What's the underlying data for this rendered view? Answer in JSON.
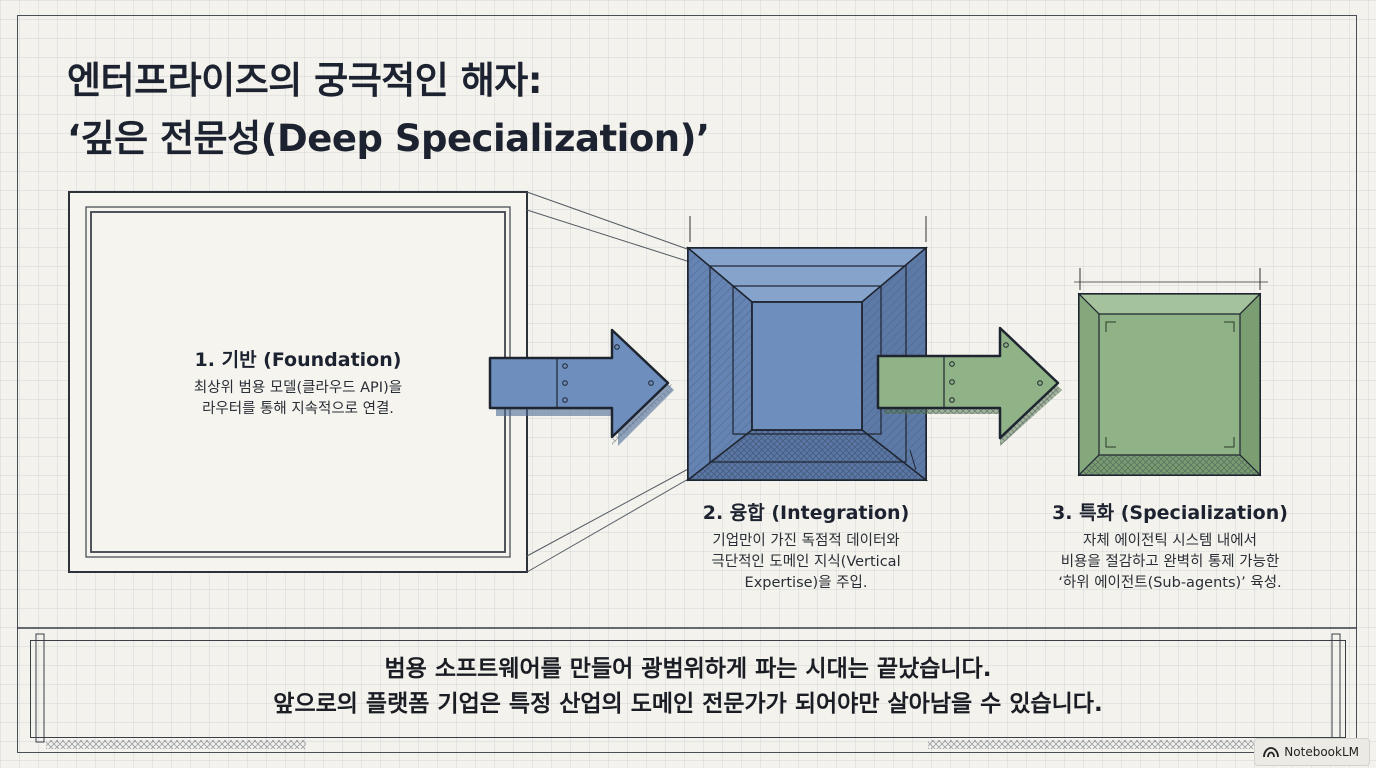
{
  "title": {
    "line1": "엔터프라이즈의 궁극적인 해자:",
    "line2": "‘깊은 전문성(Deep Specialization)’"
  },
  "steps": [
    {
      "title": "1. 기반 (Foundation)",
      "desc": [
        "최상위 범용 모델(클라우드 API)을",
        "라우터를 통해 지속적으로 연결."
      ]
    },
    {
      "title": "2. 융합 (Integration)",
      "desc": [
        "기업만이 가진 독점적 데이터와",
        "극단적인 도메인 지식(Vertical",
        "Expertise)을 주입."
      ]
    },
    {
      "title": "3. 특화 (Specialization)",
      "desc": [
        "자체 에이전틱 시스템 내에서",
        "비용을 절감하고 완벽히 통제 가능한",
        "‘하위 에이전트(Sub-agents)’ 육성."
      ]
    }
  ],
  "footer": {
    "line1": "범용 소프트웨어를 만들어 광범위하게 파는 시대는 끝났습니다.",
    "line2": "앞으로의 플랫폼 기업은 특정 산업의 도메인 전문가가 되어야만 살아남을 수 있습니다."
  },
  "badge": {
    "label": "NotebookLM",
    "icon": "notebooklm-logo-icon"
  },
  "colors": {
    "background": "#f3f2ec",
    "blue": "#6e8fbe",
    "green": "#8fb387",
    "ink": "#2a2e36"
  }
}
